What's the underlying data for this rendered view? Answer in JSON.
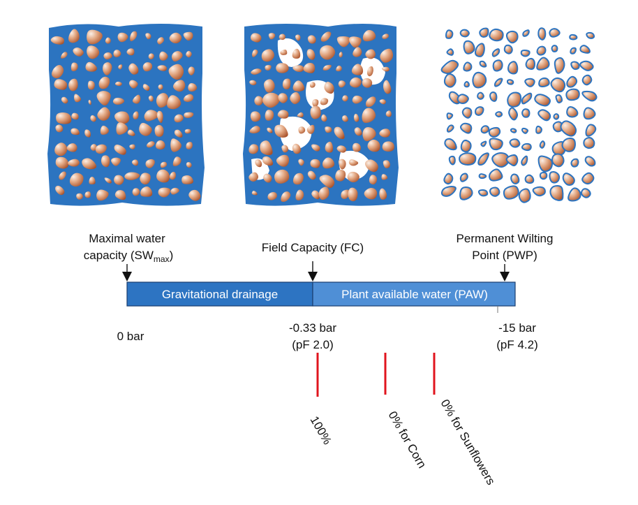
{
  "panels": {
    "saturated": "saturated-soil-panel",
    "field_capacity": "field-capacity-soil-panel",
    "wilting_point": "wilting-point-soil-panel"
  },
  "labels": {
    "max_capacity_line1": "Maximal water",
    "max_capacity_line2_prefix": "capacity (SW",
    "max_capacity_sub": "max",
    "max_capacity_suffix": ")",
    "field_capacity": "Field Capacity (FC)",
    "pwp_line1": "Permanent Wilting",
    "pwp_line2": "Point (PWP)"
  },
  "bar": {
    "gravitational": "Gravitational drainage",
    "paw": "Plant available water (PAW)"
  },
  "pressures": {
    "zero": "0 bar",
    "fc_bar": "-0.33 bar",
    "fc_pf": "(pF 2.0)",
    "pwp_bar": "-15 bar",
    "pwp_pf": "(pF 4.2)"
  },
  "markers": {
    "m100": "100%",
    "corn": "0% for Corn",
    "sunflowers": "0% for Sunflowers"
  },
  "colors": {
    "water": "#2c74c0",
    "bar_left": "#2d74c2",
    "bar_right": "#4f8fd6",
    "bar_border": "#1a3e6e",
    "marker": "#e0141e",
    "particle_light": "#fbefe6",
    "particle_dark": "#b35b2e"
  }
}
